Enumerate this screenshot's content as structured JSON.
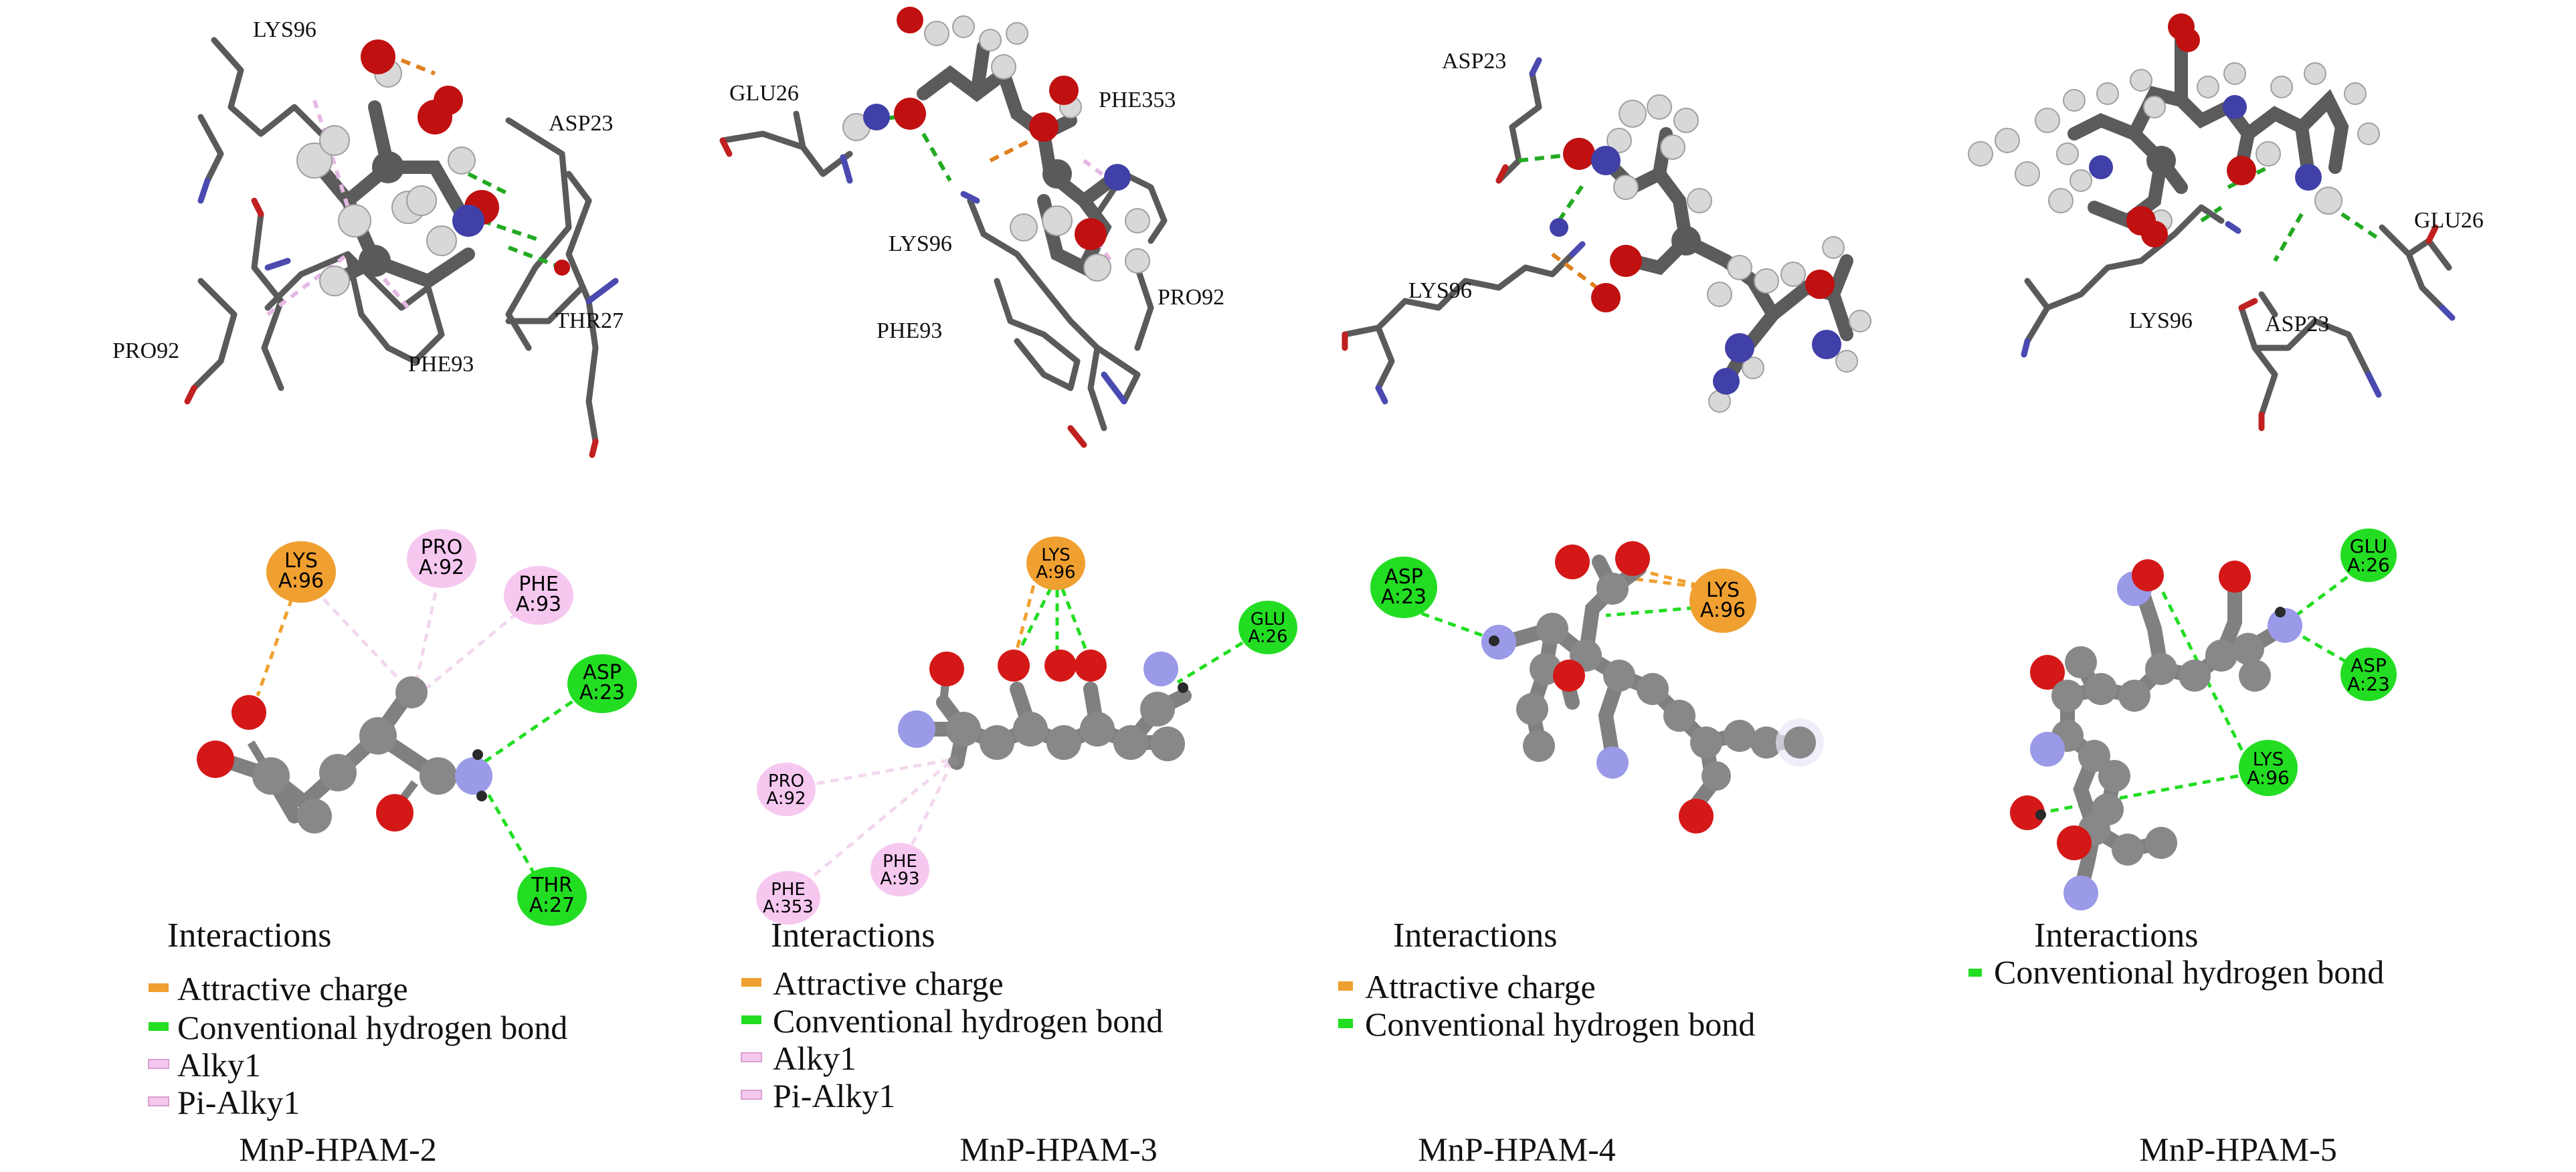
{
  "colors": {
    "attractive_charge": "#f0a030",
    "hydrogen_bond": "#22dd22",
    "alkyl": "#f6c8f0",
    "carbon": "#808080",
    "oxygen": "#d41818",
    "nitrogen": "#9a9ae8",
    "stick": "#5a5a5a",
    "hydrogen": "#d8d8d8"
  },
  "panels": [
    {
      "caption": "MnP-HPAM-2",
      "labels3d": [
        "LYS96",
        "ASP23",
        "THR27",
        "PHE93",
        "PRO92"
      ],
      "residues2d": [
        {
          "name": "LYS",
          "chain": "A:96",
          "type": "attractive_charge"
        },
        {
          "name": "PRO",
          "chain": "A:92",
          "type": "alkyl"
        },
        {
          "name": "PHE",
          "chain": "A:93",
          "type": "alkyl"
        },
        {
          "name": "ASP",
          "chain": "A:23",
          "type": "hydrogen_bond"
        },
        {
          "name": "THR",
          "chain": "A:27",
          "type": "hydrogen_bond"
        }
      ],
      "legend": {
        "title": "Interactions",
        "items": [
          {
            "label": "Attractive charge",
            "type": "attractive_charge"
          },
          {
            "label": "Conventional hydrogen bond",
            "type": "hydrogen_bond"
          },
          {
            "label": "Alky1",
            "type": "alkyl"
          },
          {
            "label": "Pi-Alky1",
            "type": "alkyl"
          }
        ]
      }
    },
    {
      "caption": "MnP-HPAM-3",
      "labels3d": [
        "GLU26",
        "PHE353",
        "LYS96",
        "PHE93",
        "PRO92"
      ],
      "residues2d": [
        {
          "name": "LYS",
          "chain": "A:96",
          "type": "attractive_charge"
        },
        {
          "name": "GLU",
          "chain": "A:26",
          "type": "hydrogen_bond"
        },
        {
          "name": "PRO",
          "chain": "A:92",
          "type": "alkyl"
        },
        {
          "name": "PHE",
          "chain": "A:93",
          "type": "alkyl"
        },
        {
          "name": "PHE",
          "chain": "A:353",
          "type": "alkyl"
        }
      ],
      "legend": {
        "title": "Interactions",
        "items": [
          {
            "label": "Attractive charge",
            "type": "attractive_charge"
          },
          {
            "label": "Conventional hydrogen bond",
            "type": "hydrogen_bond"
          },
          {
            "label": "Alky1",
            "type": "alkyl"
          },
          {
            "label": "Pi-Alky1",
            "type": "alkyl"
          }
        ]
      }
    },
    {
      "caption": "MnP-HPAM-4",
      "labels3d": [
        "ASP23",
        "LYS96"
      ],
      "residues2d": [
        {
          "name": "ASP",
          "chain": "A:23",
          "type": "hydrogen_bond"
        },
        {
          "name": "LYS",
          "chain": "A:96",
          "type": "attractive_charge"
        }
      ],
      "legend": {
        "title": "Interactions",
        "items": [
          {
            "label": "Attractive charge",
            "type": "attractive_charge"
          },
          {
            "label": "Conventional hydrogen bond",
            "type": "hydrogen_bond"
          }
        ]
      }
    },
    {
      "caption": "MnP-HPAM-5",
      "labels3d": [
        "GLU26",
        "LYS96",
        "ASP23"
      ],
      "residues2d": [
        {
          "name": "GLU",
          "chain": "A:26",
          "type": "hydrogen_bond"
        },
        {
          "name": "ASP",
          "chain": "A:23",
          "type": "hydrogen_bond"
        },
        {
          "name": "LYS",
          "chain": "A:96",
          "type": "hydrogen_bond"
        }
      ],
      "legend": {
        "title": "Interactions",
        "items": [
          {
            "label": "Conventional hydrogen bond",
            "type": "hydrogen_bond"
          }
        ]
      }
    }
  ]
}
